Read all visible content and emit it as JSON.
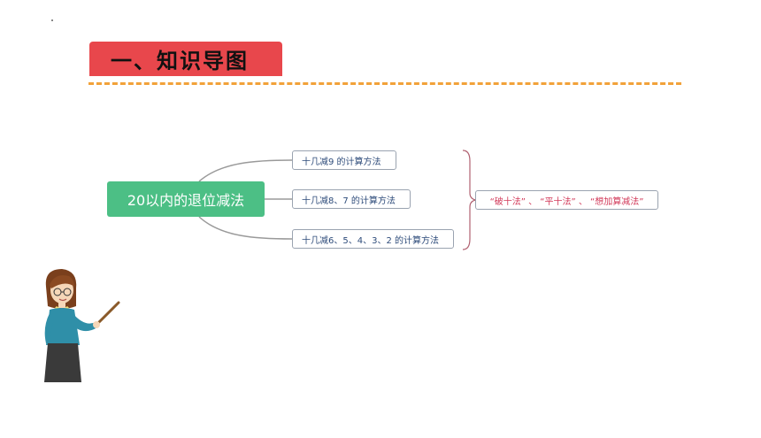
{
  "section_title": "一、知识导图",
  "mindmap": {
    "root": "20以内的退位减法",
    "branches": [
      "十几减9 的计算方法",
      "十几减8、7 的计算方法",
      "十几减6、5、4、3、2 的计算方法"
    ],
    "summary": "“破十法” 、 “平十法” 、 “想加算减法”"
  },
  "colors": {
    "title_bg": "#e8474c",
    "dash": "#f2a23a",
    "root_bg": "#4cbf85",
    "branch_text": "#2d4b7a",
    "summary_text": "#d23a5a"
  }
}
